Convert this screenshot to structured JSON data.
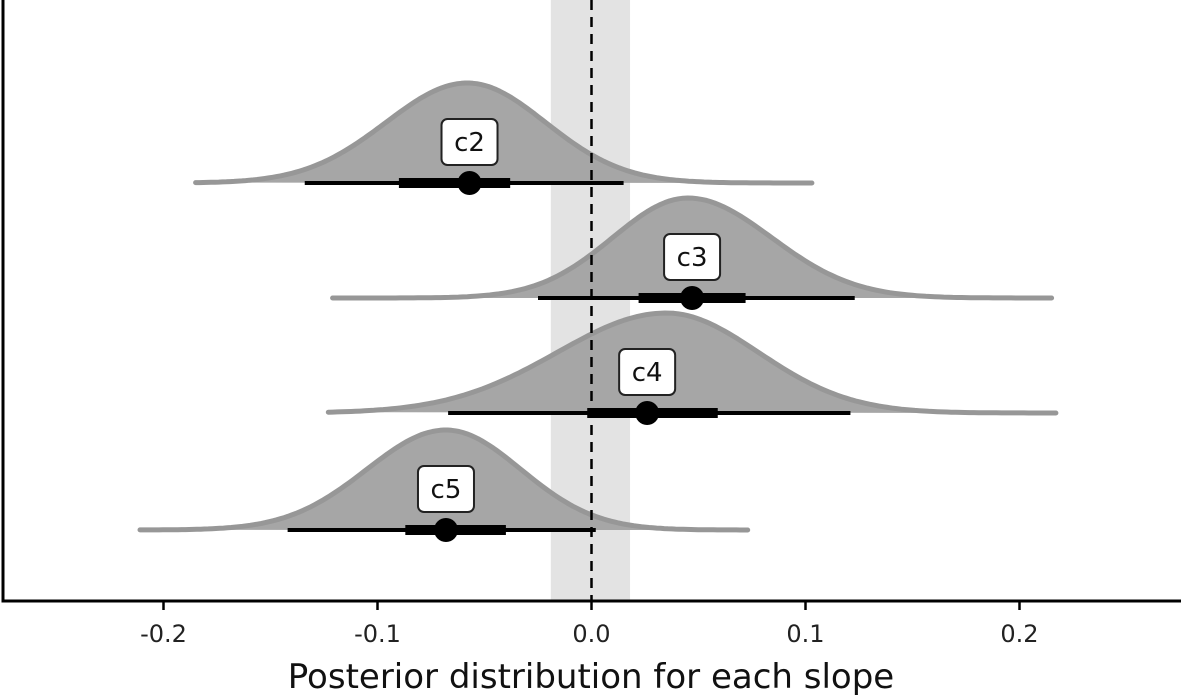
{
  "chart_data": {
    "type": "area",
    "xlabel": "Posterior distribution for each slope",
    "ylabel": "",
    "xlim": [
      -0.275,
      0.275
    ],
    "x_ticks": [
      {
        "value": -0.2,
        "label": "-0.2"
      },
      {
        "value": -0.1,
        "label": "-0.1"
      },
      {
        "value": 0.0,
        "label": "0.0"
      },
      {
        "value": 0.1,
        "label": "0.1"
      },
      {
        "value": 0.2,
        "label": "0.2"
      }
    ],
    "reference_line": 0.0,
    "rope": [
      -0.019,
      0.018
    ],
    "grid": false,
    "legend": "none",
    "colors": {
      "density": "#a6a6a6",
      "density_edge": "#979797",
      "rope": "#e3e3e3",
      "interval": "#000000",
      "axis": "#000000"
    },
    "series": [
      {
        "name": "c2",
        "density_range": [
          -0.185,
          0.103
        ],
        "mode": -0.058,
        "median": -0.057,
        "interval_66": [
          -0.09,
          -0.038
        ],
        "interval_95": [
          -0.134,
          0.015
        ]
      },
      {
        "name": "c3",
        "density_range": [
          -0.121,
          0.215
        ],
        "mode": 0.045,
        "median": 0.047,
        "interval_66": [
          0.022,
          0.072
        ],
        "interval_95": [
          -0.025,
          0.123
        ]
      },
      {
        "name": "c4",
        "density_range": [
          -0.123,
          0.217
        ],
        "mode": 0.035,
        "median": 0.026,
        "interval_66": [
          -0.002,
          0.059
        ],
        "interval_95": [
          -0.067,
          0.121
        ]
      },
      {
        "name": "c5",
        "density_range": [
          -0.211,
          0.073
        ],
        "mode": -0.068,
        "median": -0.068,
        "interval_66": [
          -0.087,
          -0.04
        ],
        "interval_95": [
          -0.142,
          0.002
        ]
      }
    ]
  }
}
